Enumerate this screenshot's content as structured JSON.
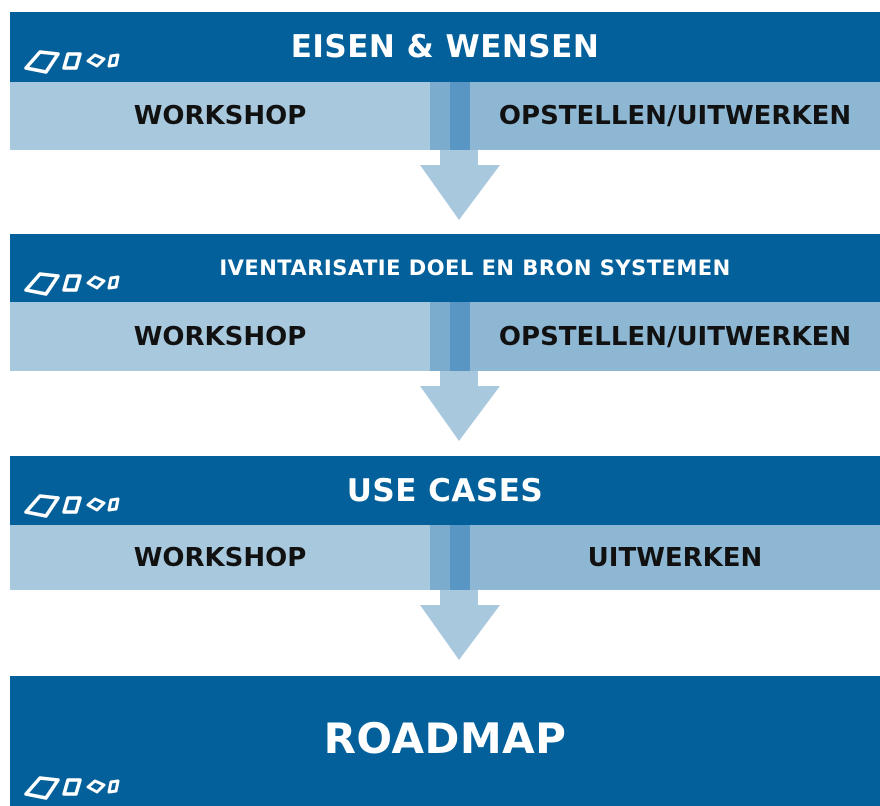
{
  "steps": [
    {
      "title": "EISEN & WENSEN",
      "left": "WORKSHOP",
      "right": "OPSTELLEN/UITWERKEN"
    },
    {
      "title": "IVENTARISATIE DOEL EN BRON SYSTEMEN",
      "left": "WORKSHOP",
      "right": "OPSTELLEN/UITWERKEN"
    },
    {
      "title": "USE CASES",
      "left": "WORKSHOP",
      "right": "UITWERKEN"
    },
    {
      "title": "ROADMAP"
    }
  ],
  "icons": {
    "logo": "diamond-shapes-logo-icon",
    "arrow": "down-arrow-icon"
  },
  "colors": {
    "header": "#03609a",
    "left": "#a8c8dd",
    "right": "#8db7d3",
    "arrow": "#a8c8dd"
  }
}
